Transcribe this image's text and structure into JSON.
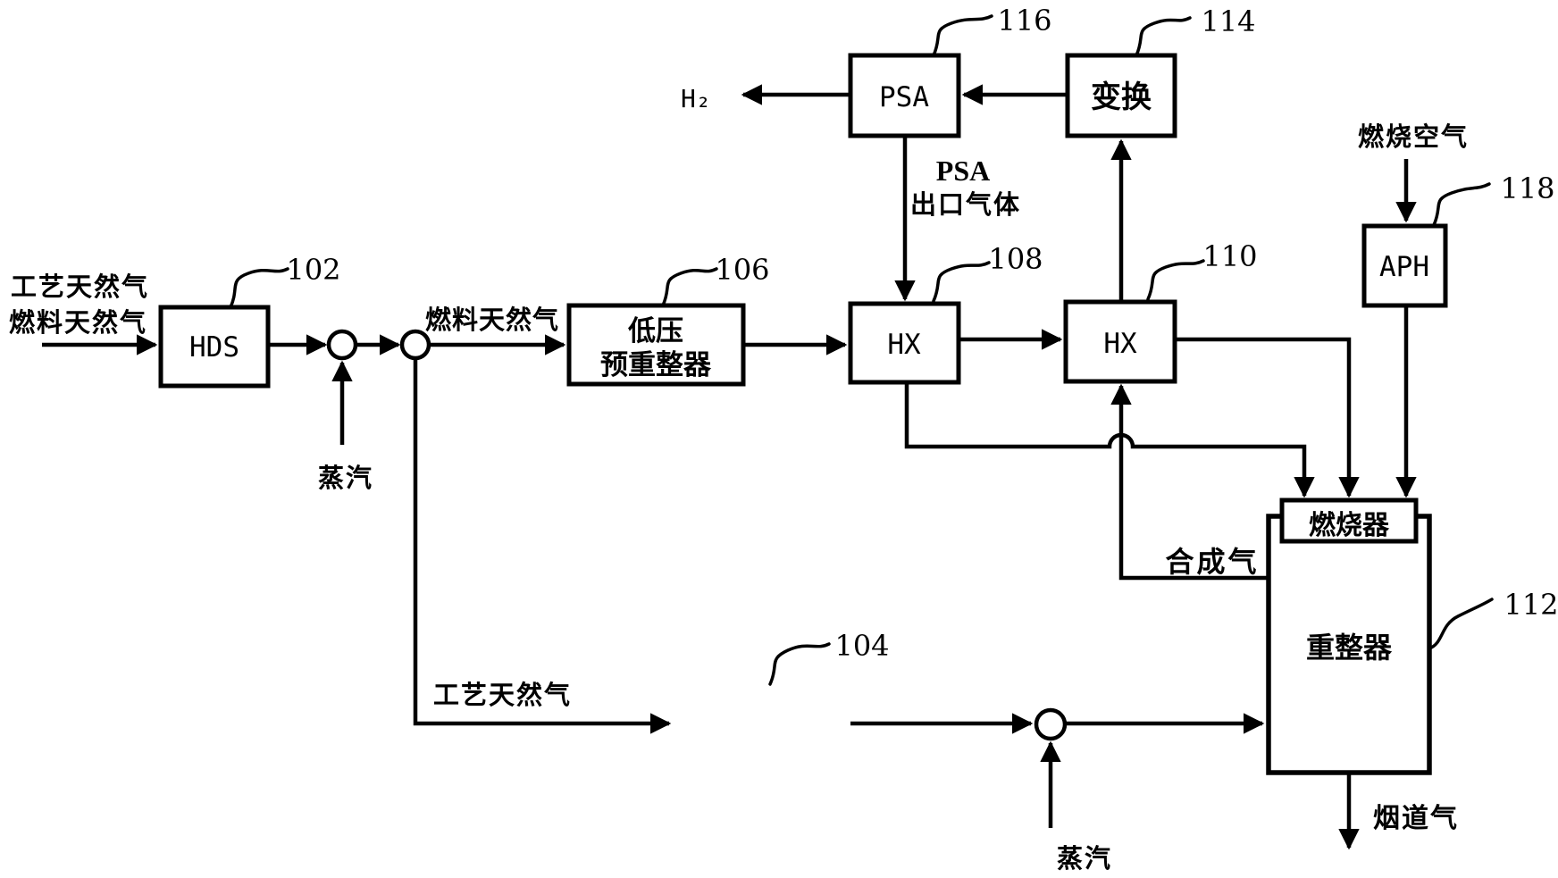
{
  "figure": {
    "background_color": "#ffffff",
    "line_color": "#000000",
    "boxes": {
      "hds": {
        "label": "HDS",
        "ref": "102"
      },
      "pre_reformer": {
        "label": "预重整器",
        "ref": "104"
      },
      "lp_pre_reformer": {
        "label_line1": "低压",
        "label_line2": "预重整器",
        "ref": "106"
      },
      "hx_108": {
        "label": "HX",
        "ref": "108"
      },
      "hx_110": {
        "label": "HX",
        "ref": "110"
      },
      "reformer": {
        "label": "重整器",
        "ref": "112"
      },
      "shift_converter": {
        "label": "变换",
        "ref": "114"
      },
      "psa": {
        "label": "PSA",
        "ref": "116"
      },
      "aph": {
        "label": "APH",
        "ref": "118"
      },
      "burner": {
        "label": "燃烧器"
      }
    },
    "streams": {
      "process_natural_gas_inlet": "工艺天然气",
      "fuel_natural_gas_inlet": "燃料天然气",
      "steam_1": "蒸汽",
      "fuel_natural_gas_branch": "燃料天然气",
      "process_natural_gas_branch": "工艺天然气",
      "steam_2": "蒸汽",
      "hydrogen": "H₂",
      "psa_outlet_gas_line1": "PSA",
      "psa_outlet_gas_line2": "出口气体",
      "combustion_air": "燃烧空气",
      "syngas": "合成气",
      "flue_gas": "烟道气"
    }
  }
}
